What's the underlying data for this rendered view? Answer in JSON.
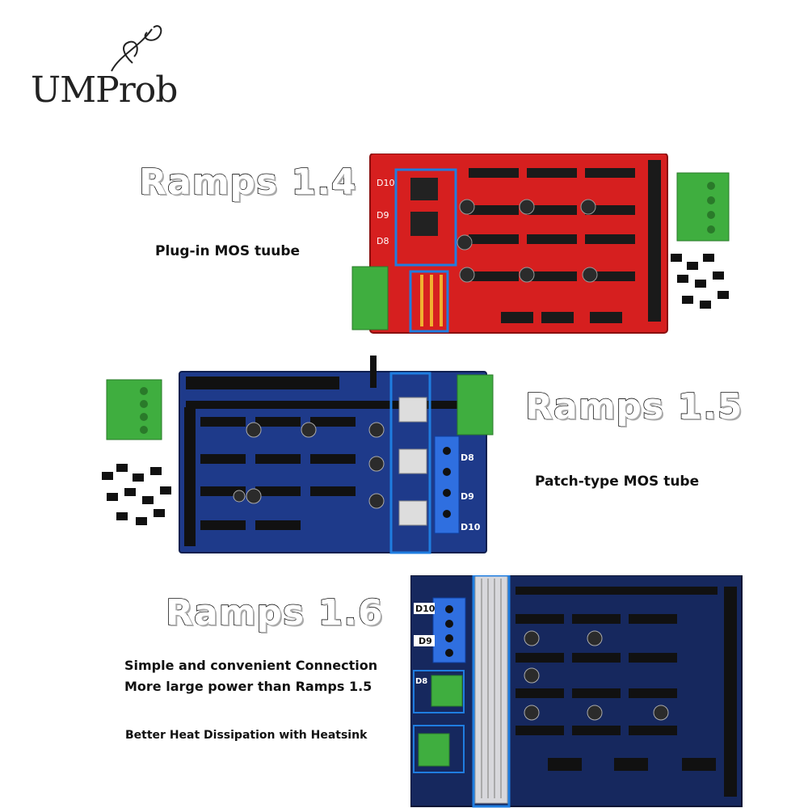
{
  "brand": {
    "logo_text": "UMProb"
  },
  "sections": [
    {
      "title": "Ramps 1.4",
      "caption": "Plug-in MOS tuube"
    },
    {
      "title": "Ramps 1.5",
      "caption": "Patch-type MOS tube"
    },
    {
      "title": "Ramps 1.6",
      "captions": [
        "Simple and convenient Connection",
        "More large power than Ramps 1.5",
        "Better Heat Dissipation with Heatsink"
      ]
    }
  ],
  "boards": {
    "r14": {
      "color": "#d61f1f",
      "labels": [
        "D10",
        "D9",
        "D8"
      ]
    },
    "r15": {
      "color": "#1e3a8a",
      "labels": [
        "D8",
        "D9",
        "D10"
      ]
    },
    "r16": {
      "color": "#16285e",
      "labels": [
        "D10",
        "D9",
        "D8"
      ]
    }
  },
  "colors": {
    "connector": "#3fae3f",
    "highlight": "#1f7de0",
    "jumper": "#111111"
  }
}
